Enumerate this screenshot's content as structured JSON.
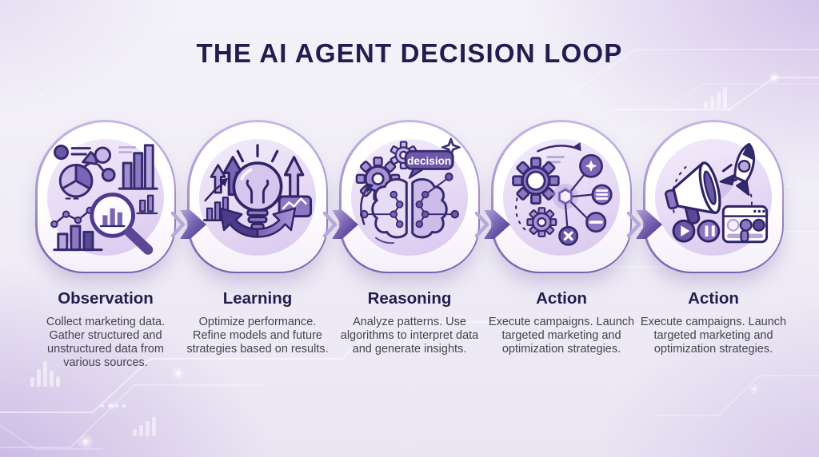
{
  "title": "THE AI AGENT DECISION LOOP",
  "stages": [
    {
      "title": "Observation",
      "description": "Collect marketing data. Gather structured and unstructured data from various sources.",
      "icon": "analytics-magnifier-icon"
    },
    {
      "title": "Learning",
      "description": "Optimize performance. Refine models and future strategies based on results.",
      "icon": "lightbulb-improvement-icon"
    },
    {
      "title": "Reasoning",
      "description": "Analyze patterns. Use algorithms to interpret data and generate insights.",
      "icon": "brain-gears-icon",
      "badge": "decision"
    },
    {
      "title": "Action",
      "description": "Execute campaigns. Launch targeted marketing and optimization strategies.",
      "icon": "gear-network-icon"
    },
    {
      "title": "Action",
      "description": "Execute campaigns. Launch targeted marketing and optimization strategies.",
      "icon": "megaphone-rocket-icon"
    }
  ],
  "colors": {
    "title_text": "#211d4f",
    "body_text": "#45454e",
    "card_border_top": "#c6b8e4",
    "card_border_bottom": "#7560ab",
    "arrow_dark": "#43328c",
    "arrow_light": "#b3a4d9",
    "icon_accent": "#6d58a8",
    "background_tint": "#d8cbee"
  }
}
